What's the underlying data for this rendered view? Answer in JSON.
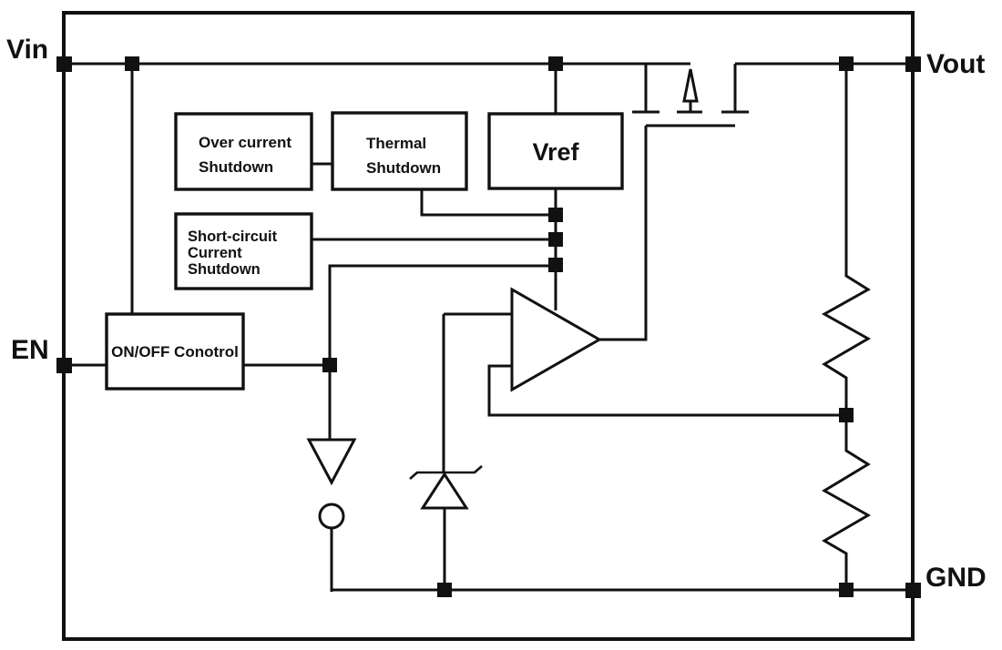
{
  "diagram": {
    "pins": {
      "vin": "Vin",
      "vout": "Vout",
      "en": "EN",
      "gnd": "GND"
    },
    "blocks": {
      "over_current": {
        "line1": "Over current",
        "line2": "Shutdown"
      },
      "thermal": {
        "line1": "Thermal",
        "line2": "Shutdown"
      },
      "vref": {
        "label": "Vref"
      },
      "short_circuit": {
        "line1": "Short-circuit",
        "line2": "Current",
        "line3": "Shutdown"
      },
      "on_off": {
        "label": "ON/OFF Conotrol"
      }
    },
    "colors": {
      "line": "#111111",
      "background": "#ffffff",
      "zener_fill": "#ededed"
    }
  }
}
